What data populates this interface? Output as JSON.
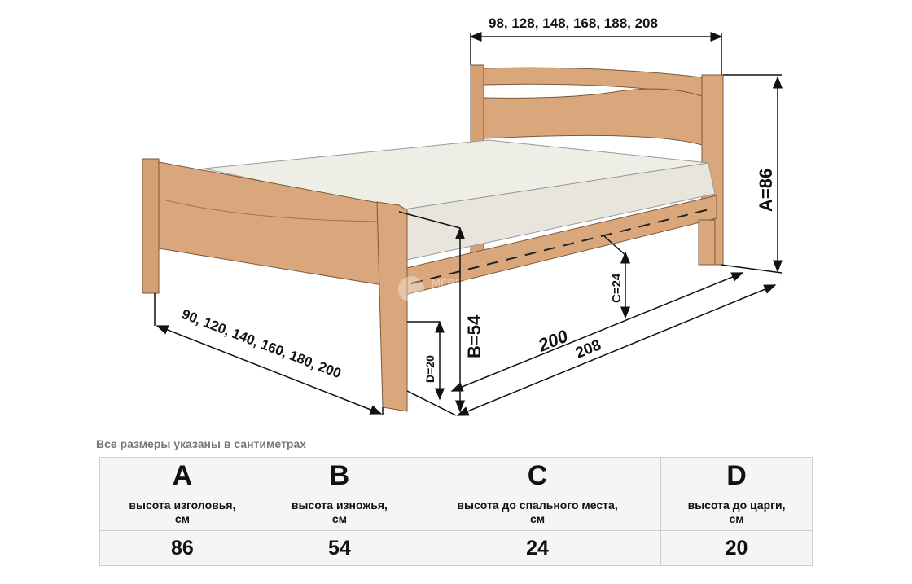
{
  "diagram": {
    "width_label": "98, 128, 148, 168, 188, 208",
    "length_label_front": "90, 120, 140, 160, 180, 200",
    "label_A": "A=86",
    "label_B": "B=54",
    "label_C": "C=24",
    "label_D": "D=20",
    "label_200": "200",
    "label_208": "208",
    "watermark": "МЕБЕЛЬ МАСТЕР",
    "wood_color": "#d9a77b",
    "mattress_color": "#efeee6"
  },
  "caption": "Все размеры указаны в сантиметрах",
  "table": {
    "columns": [
      {
        "letter": "A",
        "desc": "высота изголовья,",
        "unit": "см",
        "value": "86"
      },
      {
        "letter": "B",
        "desc": "высота изножья,",
        "unit": "см",
        "value": "54"
      },
      {
        "letter": "C",
        "desc": "высота до спального места,",
        "unit": "см",
        "value": "24"
      },
      {
        "letter": "D",
        "desc": "высота до царги,",
        "unit": "см",
        "value": "20"
      }
    ]
  }
}
